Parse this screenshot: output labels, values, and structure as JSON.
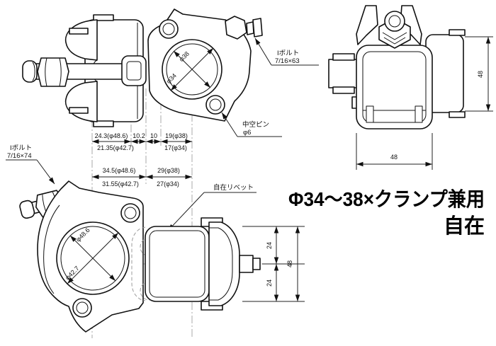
{
  "title": {
    "line1": "Φ34〜38×クランプ兼用",
    "line2": "自在"
  },
  "callouts": {
    "ibolt_63": {
      "name": "Iボルト",
      "size": "7/16×63"
    },
    "ibolt_74": {
      "name": "Iボルト",
      "size": "7/16×74"
    },
    "hollow_pin": {
      "name": "中空ピン",
      "size": "φ6"
    },
    "swivel_rivet": {
      "name": "自在リベット"
    }
  },
  "dims": {
    "row1": {
      "seg1": "24.3(φ48.6)",
      "seg2": "10.2",
      "seg3": "10",
      "seg4": "19(φ38)",
      "alt1": "21.35(φ42.7)",
      "alt4": "17(φ34)"
    },
    "row2": {
      "seg1": "34.5(φ48.6)",
      "seg2": "29(φ38)",
      "alt1": "31.55(φ42.7)",
      "alt2": "27(φ34)"
    },
    "side_view": {
      "height": "48",
      "width": "48"
    },
    "front_view": {
      "upper": "24",
      "lower": "24",
      "total": "48"
    }
  },
  "bores": {
    "top_outer": "φ38",
    "top_inner": "φ34",
    "bottom_outer": "φ48.6",
    "bottom_inner": "φ42.7"
  },
  "colors": {
    "line": "#111111",
    "centerline": "#a8a8a8",
    "hidden": "#9b9b9b",
    "background": "#ffffff",
    "text": "#111111"
  }
}
